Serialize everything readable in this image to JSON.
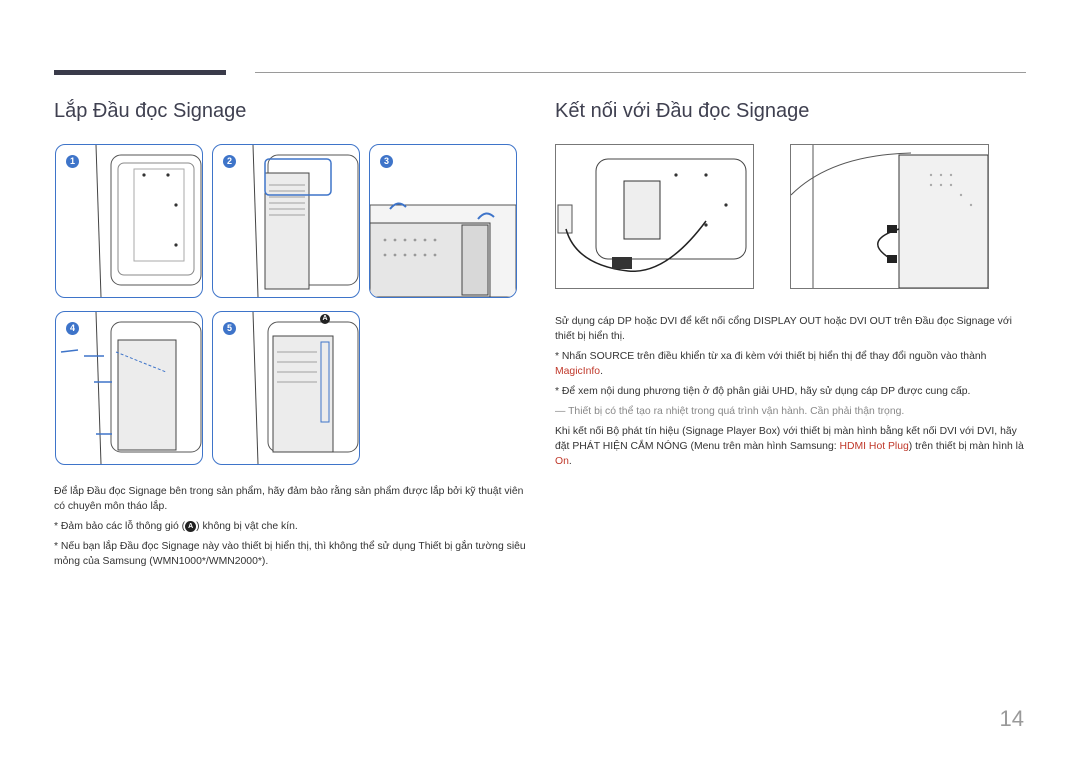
{
  "header": {
    "left_title": "Lắp Đầu đọc Signage",
    "right_title": "Kết nối với Đầu đọc Signage"
  },
  "steps": [
    {
      "num": "1"
    },
    {
      "num": "2"
    },
    {
      "num": "3"
    },
    {
      "num": "4"
    },
    {
      "num": "5"
    }
  ],
  "vent_marker": "A",
  "left_text": {
    "para1": "Để lắp Đầu đọc Signage bên trong sản phẩm, hãy đảm bảo rằng sản phẩm được lắp bởi kỹ thuật viên có chuyên môn tháo lắp.",
    "note1_pre": "* Đảm bảo các lỗ thông gió (",
    "note1_marker": "A",
    "note1_post": ") không bị vật che kín.",
    "note2": "* Nếu bạn lắp Đầu đọc Signage này vào thiết bị hiển thị, thì không thể sử dụng Thiết bị gắn tường siêu mỏng của Samsung (WMN1000*/WMN2000*)."
  },
  "right_text": {
    "p1_a": "Sử dụng cáp DP hoặc DVI để kết nối cổng ",
    "p1_b": "DISPLAY OUT",
    "p1_c": " hoặc ",
    "p1_d": "DVI OUT",
    "p1_e": " trên Đầu đọc Signage với thiết bị hiển thị.",
    "p2_a": "* Nhấn ",
    "p2_b": "SOURCE",
    "p2_c": " trên điều khiển từ xa đi kèm với thiết bị hiển thị để thay đổi nguồn vào thành ",
    "p2_d": "MagicInfo",
    "p2_e": ".",
    "p3": "* Để xem nội dung phương tiện ở độ phân giải UHD, hãy sử dụng cáp DP được cung cấp.",
    "p4": "― Thiết bị có thể tạo ra nhiệt trong quá trình vận hành. Cần phải thận trọng.",
    "p5_a": "Khi kết nối Bộ phát tín hiệu (Signage Player Box) với thiết bị màn hình bằng kết nối DVI với DVI, hãy đặt PHÁT HIỆN CẮM NÓNG (Menu trên màn hình Samsung: ",
    "p5_b": "HDMI Hot Plug",
    "p5_c": ") trên thiết bị màn hình là ",
    "p5_d": "On",
    "p5_e": "."
  },
  "page_number": "14"
}
